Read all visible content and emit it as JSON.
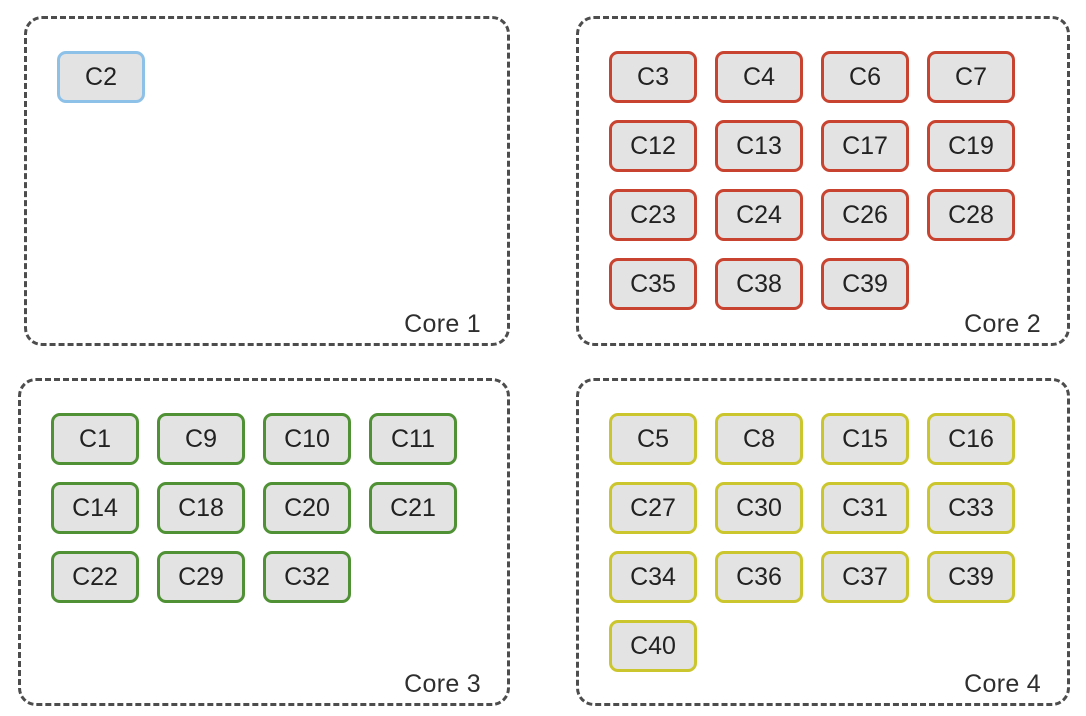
{
  "colors": {
    "core-1": "#8ec1e8",
    "core-2": "#c84430",
    "core-3": "#4f9134",
    "core-4": "#cbc62e"
  },
  "cores": [
    {
      "id": "core-1",
      "label": "Core 1",
      "tasks": [
        "C2"
      ]
    },
    {
      "id": "core-2",
      "label": "Core 2",
      "tasks": [
        "C3",
        "C4",
        "C6",
        "C7",
        "C12",
        "C13",
        "C17",
        "C19",
        "C23",
        "C24",
        "C26",
        "C28",
        "C35",
        "C38",
        "C39"
      ]
    },
    {
      "id": "core-3",
      "label": "Core 3",
      "tasks": [
        "C1",
        "C9",
        "C10",
        "C11",
        "C14",
        "C18",
        "C20",
        "C21",
        "C22",
        "C29",
        "C32"
      ]
    },
    {
      "id": "core-4",
      "label": "Core 4",
      "tasks": [
        "C5",
        "C8",
        "C15",
        "C16",
        "C27",
        "C30",
        "C31",
        "C33",
        "C34",
        "C36",
        "C37",
        "C39",
        "C40"
      ]
    }
  ]
}
